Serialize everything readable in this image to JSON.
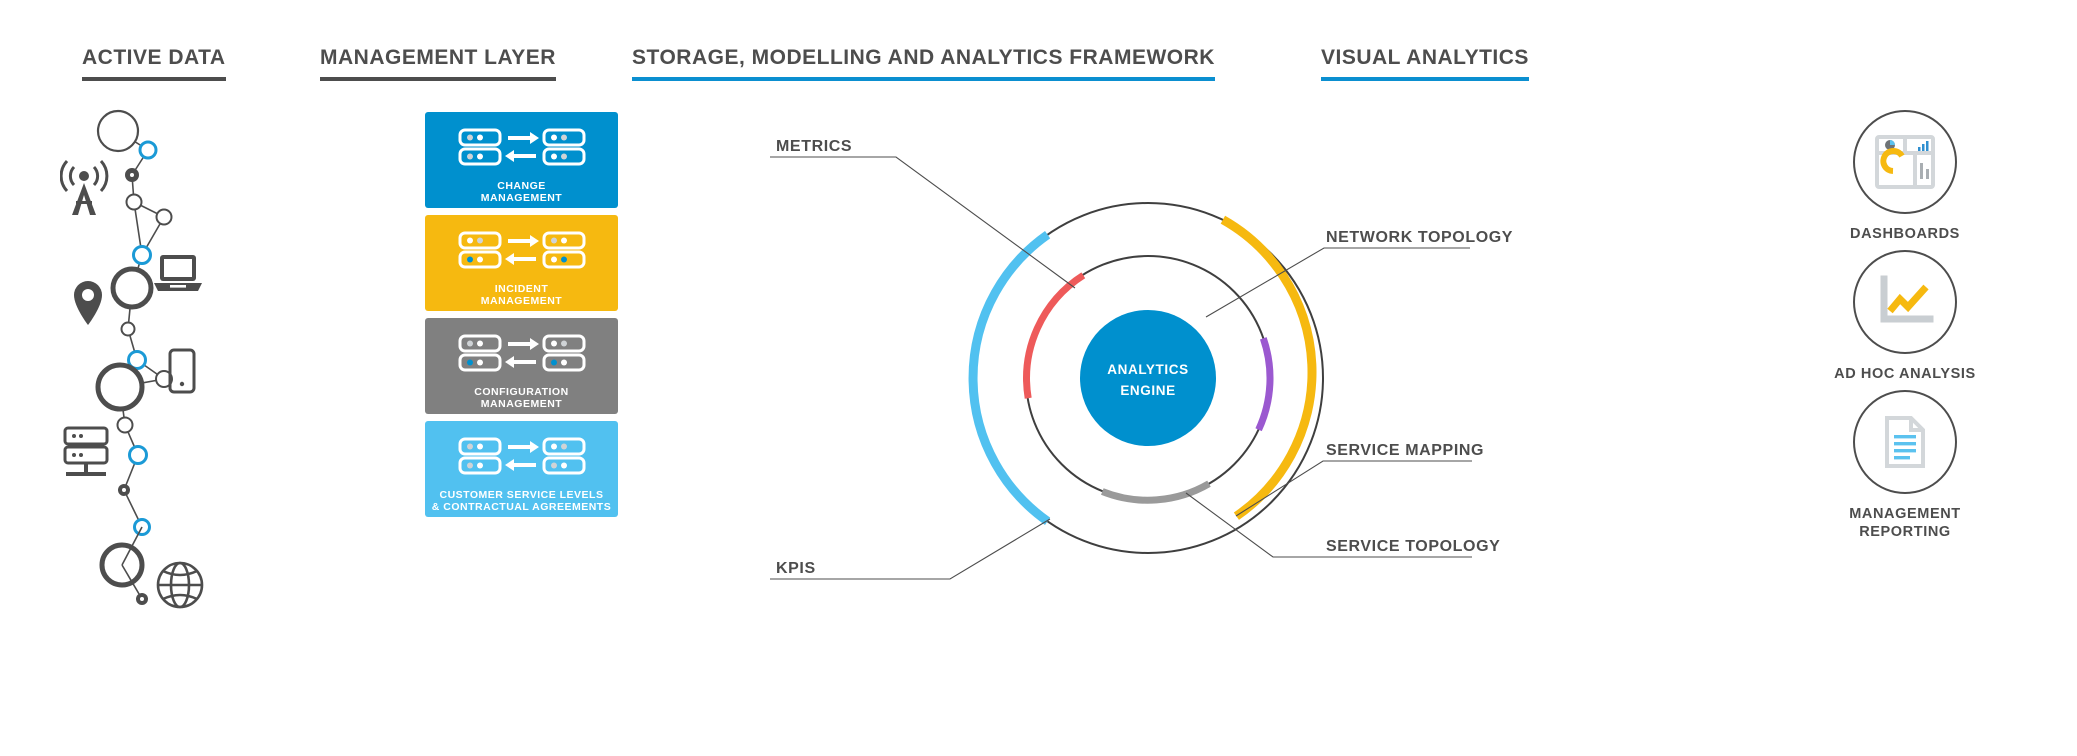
{
  "columns": {
    "active_data": {
      "title": "ACTIVE DATA",
      "rule_color": "#4d4d4d"
    },
    "management": {
      "title": "MANAGEMENT LAYER",
      "rule_color": "#4d4d4d"
    },
    "framework": {
      "title": "STORAGE, MODELLING AND ANALYTICS FRAMEWORK",
      "rule_color": "#0b8fd0"
    },
    "visual": {
      "title": "VISUAL ANALYTICS",
      "rule_color": "#0b8fd0"
    }
  },
  "active_data": {
    "icons": [
      {
        "name": "antenna-icon",
        "label": "antenna"
      },
      {
        "name": "laptop-icon",
        "label": "laptop"
      },
      {
        "name": "map-pin-icon",
        "label": "map pin"
      },
      {
        "name": "mobile-icon",
        "label": "mobile phone"
      },
      {
        "name": "server-icon",
        "label": "server"
      },
      {
        "name": "globe-icon",
        "label": "globe"
      }
    ],
    "node_accent_color": "#1b9ad6",
    "node_line_color": "#4d4d4d"
  },
  "management": {
    "cards": [
      {
        "line1": "CHANGE",
        "line2": "MANAGEMENT",
        "color": "#0090ce",
        "height": 96,
        "icon": "server-exchange-icon",
        "dot_accent": "none"
      },
      {
        "line1": "INCIDENT",
        "line2": "MANAGEMENT",
        "color": "#f6b910",
        "height": 96,
        "icon": "server-exchange-icon",
        "dot_accent": "#0090ce"
      },
      {
        "line1": "CONFIGURATION",
        "line2": "MANAGEMENT",
        "color": "#808080",
        "height": 96,
        "icon": "server-exchange-icon",
        "dot_accent": "#0090ce"
      },
      {
        "line1": "CUSTOMER SERVICE LEVELS",
        "line2": "& CONTRACTUAL AGREEMENTS",
        "color": "#51c1f0",
        "height": 96,
        "icon": "server-exchange-icon",
        "dot_accent": "none"
      }
    ]
  },
  "framework": {
    "center_label_line1": "ANALYTICS",
    "center_label_line2": "ENGINE",
    "center_color": "#0090ce",
    "ring_line_color": "#3f3f3f",
    "labels": [
      {
        "name": "metrics",
        "text": "METRICS",
        "color": "#ee5a5a"
      },
      {
        "name": "network-topology",
        "text": "NETWORK TOPOLOGY",
        "color": "#f6b910"
      },
      {
        "name": "service-mapping",
        "text": "SERVICE MAPPING",
        "color": "#f6b910"
      },
      {
        "name": "service-topology",
        "text": "SERVICE TOPOLOGY",
        "color": "#9b59d0"
      },
      {
        "name": "kpis",
        "text": "KPIS",
        "color": "#51c1f0"
      }
    ],
    "chart_data": {
      "type": "pie",
      "title": "STORAGE, MODELLING AND ANALYTICS FRAMEWORK",
      "center_text": "ANALYTICS ENGINE",
      "rings": [
        {
          "name": "outer-ring",
          "radius": 175,
          "track_color": "#3f3f3f",
          "arcs": [
            {
              "name": "kpis",
              "color": "#51c1f0",
              "start_deg": 125,
              "end_deg": 218
            },
            {
              "name": "network-topology",
              "color": "#f6b910",
              "start_deg": 295,
              "end_deg": 57
            }
          ]
        },
        {
          "name": "inner-ring",
          "radius": 122,
          "track_color": "#3f3f3f",
          "arcs": [
            {
              "name": "metrics",
              "color": "#ee5a5a",
              "start_deg": 122,
              "end_deg": 190
            },
            {
              "name": "service-mapping",
              "color": "#9b59d0",
              "start_deg": 341,
              "end_deg": 25
            },
            {
              "name": "service-topology",
              "color": "#9a9a9a",
              "start_deg": 60,
              "end_deg": 112
            }
          ]
        }
      ],
      "center": {
        "radius": 68,
        "color": "#0090ce"
      }
    }
  },
  "visual": {
    "items": [
      {
        "label_line1": "DASHBOARDS",
        "label_line2": "",
        "icon": "dashboard-icon"
      },
      {
        "label_line1": "AD HOC ANALYSIS",
        "label_line2": "",
        "icon": "line-chart-icon"
      },
      {
        "label_line1": "MANAGEMENT",
        "label_line2": "REPORTING",
        "icon": "document-icon"
      }
    ],
    "accent_color": "#f6b910",
    "doc_line_color": "#5bc2ef"
  }
}
